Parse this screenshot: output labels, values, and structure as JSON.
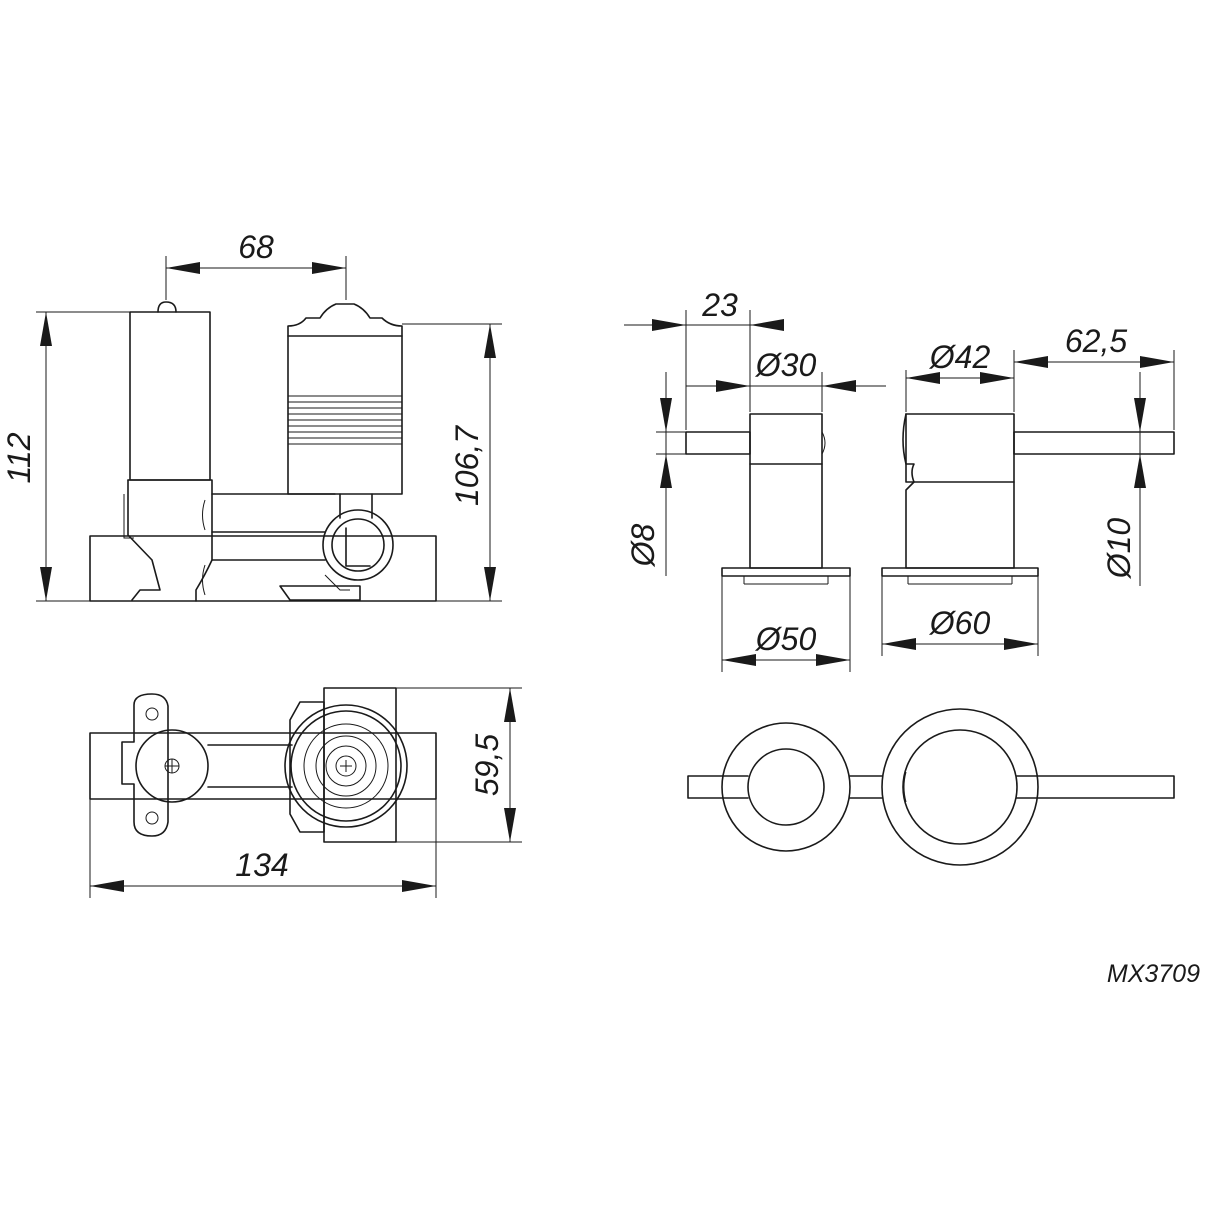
{
  "drawing_code": "MX3709",
  "dimensions": {
    "spacing_68": "68",
    "height_112": "112",
    "height_106_7": "106,7",
    "depth_23": "23",
    "diameter_30": "Ø30",
    "diameter_42": "Ø42",
    "projection_62_5": "62,5",
    "diameter_8": "Ø8",
    "diameter_10": "Ø10",
    "diameter_50": "Ø50",
    "diameter_60": "Ø60",
    "width_134": "134",
    "depth_59_5": "59,5"
  }
}
